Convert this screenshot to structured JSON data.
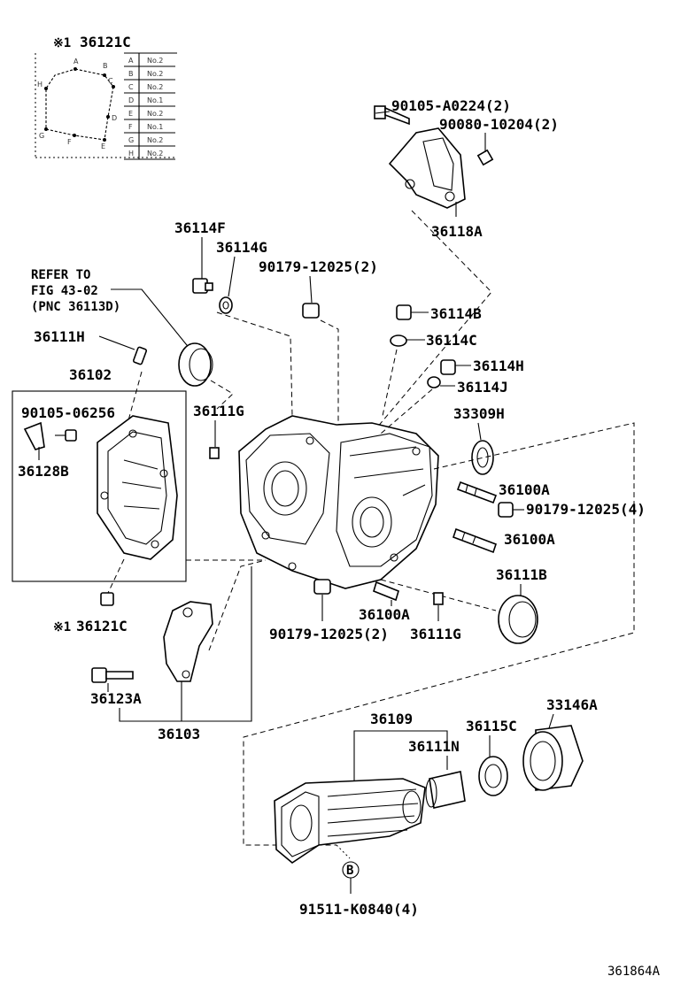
{
  "inset": {
    "note_mark": "※1",
    "title": "36121C",
    "points": [
      "A",
      "B",
      "C",
      "D",
      "E",
      "F",
      "G",
      "H"
    ],
    "table": [
      {
        "key": "A",
        "val": "No.2"
      },
      {
        "key": "B",
        "val": "No.2"
      },
      {
        "key": "C",
        "val": "No.2"
      },
      {
        "key": "D",
        "val": "No.1"
      },
      {
        "key": "E",
        "val": "No.2"
      },
      {
        "key": "F",
        "val": "No.1"
      },
      {
        "key": "G",
        "val": "No.2"
      },
      {
        "key": "H",
        "val": "No.2"
      }
    ]
  },
  "labels": {
    "p90105_a0224": "90105-A0224(2)",
    "p90080_10204": "90080-10204(2)",
    "p36118a": "36118A",
    "p36114f": "36114F",
    "p36114g": "36114G",
    "p90179_top": "90179-12025(2)",
    "refer_line1": "REFER TO",
    "refer_line2": "FIG 43-02",
    "refer_line3": "(PNC 36113D)",
    "p36111h": "36111H",
    "p36102": "36102",
    "p90105_06256": "90105-06256",
    "p36128b": "36128B",
    "p36111g_left": "36111G",
    "p36114b": "36114B",
    "p36114c": "36114C",
    "p36114h": "36114H",
    "p36114j": "36114J",
    "p33309h": "33309H",
    "p36100a_1": "36100A",
    "p90179_right": "90179-12025(4)",
    "p36100a_2": "36100A",
    "p36111b": "36111B",
    "note_mark_bottom": "※1",
    "p36121c_bottom": "36121C",
    "p36100a_3": "36100A",
    "p90179_bottom": "90179-12025(2)",
    "p36111g_bottom": "36111G",
    "p36123a": "36123A",
    "p36103": "36103",
    "p36109": "36109",
    "p36115c": "36115C",
    "p33146a": "33146A",
    "p36111n": "36111N",
    "circle_b": "B",
    "p91511": "91511-K0840(4)",
    "diagram_id": "361864A"
  }
}
